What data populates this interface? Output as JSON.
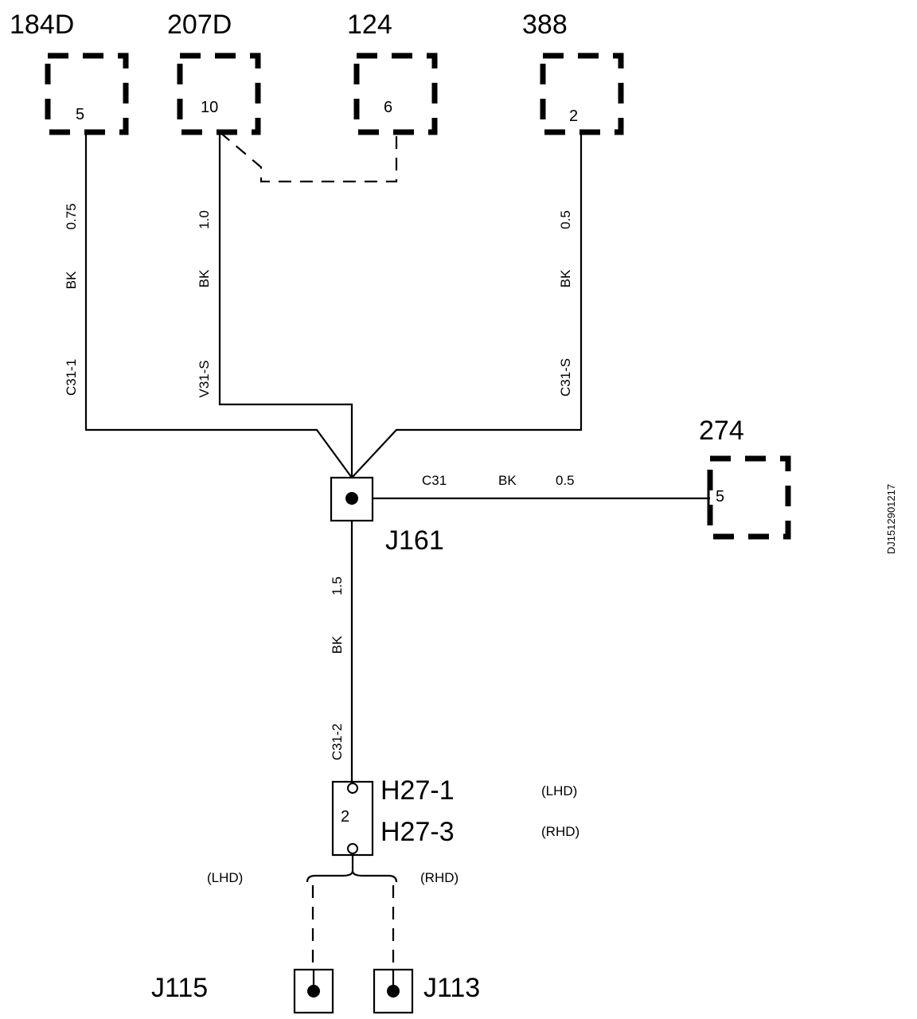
{
  "components": {
    "c184d": {
      "label": "184D",
      "pin": "5"
    },
    "c207d": {
      "label": "207D",
      "pin": "10"
    },
    "c124": {
      "label": "124",
      "pin": "6"
    },
    "c388": {
      "label": "388",
      "pin": "2"
    },
    "c274": {
      "label": "274",
      "pin": "5"
    }
  },
  "wires": {
    "w1": {
      "circuit": "C31-1",
      "color": "BK",
      "size": "0.75"
    },
    "w2": {
      "circuit": "V31-S",
      "color": "BK",
      "size": "1.0"
    },
    "w3": {
      "circuit": "C31-S",
      "color": "BK",
      "size": "0.5"
    },
    "w4": {
      "circuit": "C31",
      "color": "BK",
      "size": "0.5"
    },
    "w5": {
      "circuit": "C31-2",
      "color": "BK",
      "size": "1.5"
    }
  },
  "splice": {
    "label": "J161"
  },
  "connector": {
    "pin": "2",
    "label1": "H27-1",
    "label2": "H27-3",
    "note1": "(LHD)",
    "note2": "(RHD)"
  },
  "branch": {
    "left_note": "(LHD)",
    "right_note": "(RHD)"
  },
  "grounds": {
    "left": "J115",
    "right": "J113"
  },
  "figure_id": "DJ1512901217"
}
